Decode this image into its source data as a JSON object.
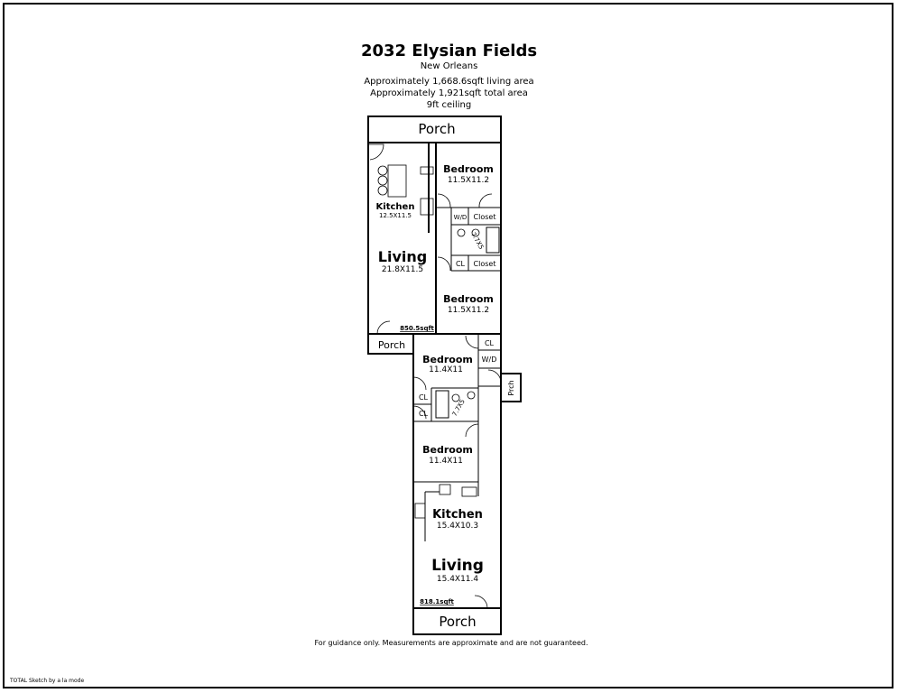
{
  "header": {
    "title": "2032 Elysian Fields",
    "city": "New Orleans",
    "living_area": "Approximately 1,668.6sqft living area",
    "total_area": "Approximately 1,921sqft total area",
    "ceiling": "9ft ceiling"
  },
  "units": [
    {
      "area": "850.5sqft",
      "rooms": [
        {
          "name": "Porch",
          "dims": ""
        },
        {
          "name": "Bedroom",
          "dims": "11.5X11.2"
        },
        {
          "name": "Kitchen",
          "dims": "12.5X11.5"
        },
        {
          "name": "W/D",
          "dims": ""
        },
        {
          "name": "Closet",
          "dims": ""
        },
        {
          "name": "7.7X5",
          "dims": ""
        },
        {
          "name": "CL",
          "dims": ""
        },
        {
          "name": "Closet",
          "dims": ""
        },
        {
          "name": "Living",
          "dims": "21.8X11.5"
        },
        {
          "name": "Bedroom",
          "dims": "11.5X11.2"
        },
        {
          "name": "Porch",
          "dims": ""
        }
      ]
    },
    {
      "area": "818.1sqft",
      "rooms": [
        {
          "name": "CL",
          "dims": ""
        },
        {
          "name": "Bedroom",
          "dims": "11.4X11"
        },
        {
          "name": "W/D",
          "dims": ""
        },
        {
          "name": "Prch",
          "dims": ""
        },
        {
          "name": "CL",
          "dims": ""
        },
        {
          "name": "CL",
          "dims": ""
        },
        {
          "name": "7.7X5",
          "dims": ""
        },
        {
          "name": "Bedroom",
          "dims": "11.4X11"
        },
        {
          "name": "Kitchen",
          "dims": "15.4X10.3"
        },
        {
          "name": "Living",
          "dims": "15.4X11.4"
        },
        {
          "name": "Porch",
          "dims": ""
        }
      ]
    }
  ],
  "footer": {
    "disclaimer": "For guidance only. Measurements are approximate and are not guaranteed.",
    "credit": "TOTAL Sketch by a la mode"
  }
}
